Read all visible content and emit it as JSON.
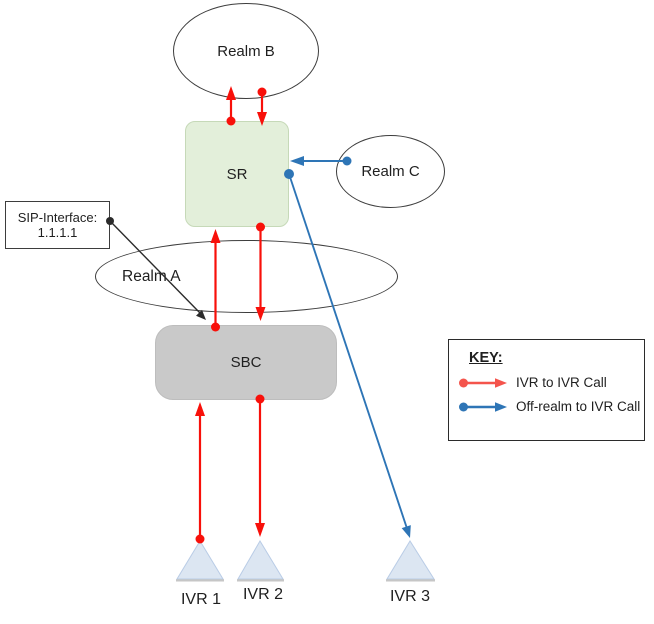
{
  "colors": {
    "red": "#f8100a",
    "blue": "#2e75b6",
    "line_black": "#2b2b2b",
    "text": "#1f1f1f",
    "sr_fill": "#e3efda",
    "sr_border": "#c6d9b8",
    "sbc_fill": "#c9c9c9",
    "sbc_border": "#bdbdbd",
    "triangle_fill": "#dce6f2",
    "triangle_border": "#b9cce6",
    "triangle_shadow": "#c6c6c6",
    "shape_border": "#3d3d3d"
  },
  "nodes": {
    "realm_b": {
      "label": "Realm B"
    },
    "sr": {
      "label": "SR"
    },
    "realm_c": {
      "label": "Realm C"
    },
    "realm_a": {
      "label": "Realm A"
    },
    "sbc": {
      "label": "SBC"
    },
    "sip_interface": {
      "line1": "SIP-Interface:",
      "line2": "1.1.1.1"
    },
    "ivr1": {
      "label": "IVR 1"
    },
    "ivr2": {
      "label": "IVR 2"
    },
    "ivr3": {
      "label": "IVR 3"
    }
  },
  "key": {
    "title": "KEY:",
    "items": [
      {
        "label": "IVR to IVR Call",
        "color": "#f4544c"
      },
      {
        "label": "Off-realm to IVR Call",
        "color": "#2e75b6"
      }
    ]
  }
}
